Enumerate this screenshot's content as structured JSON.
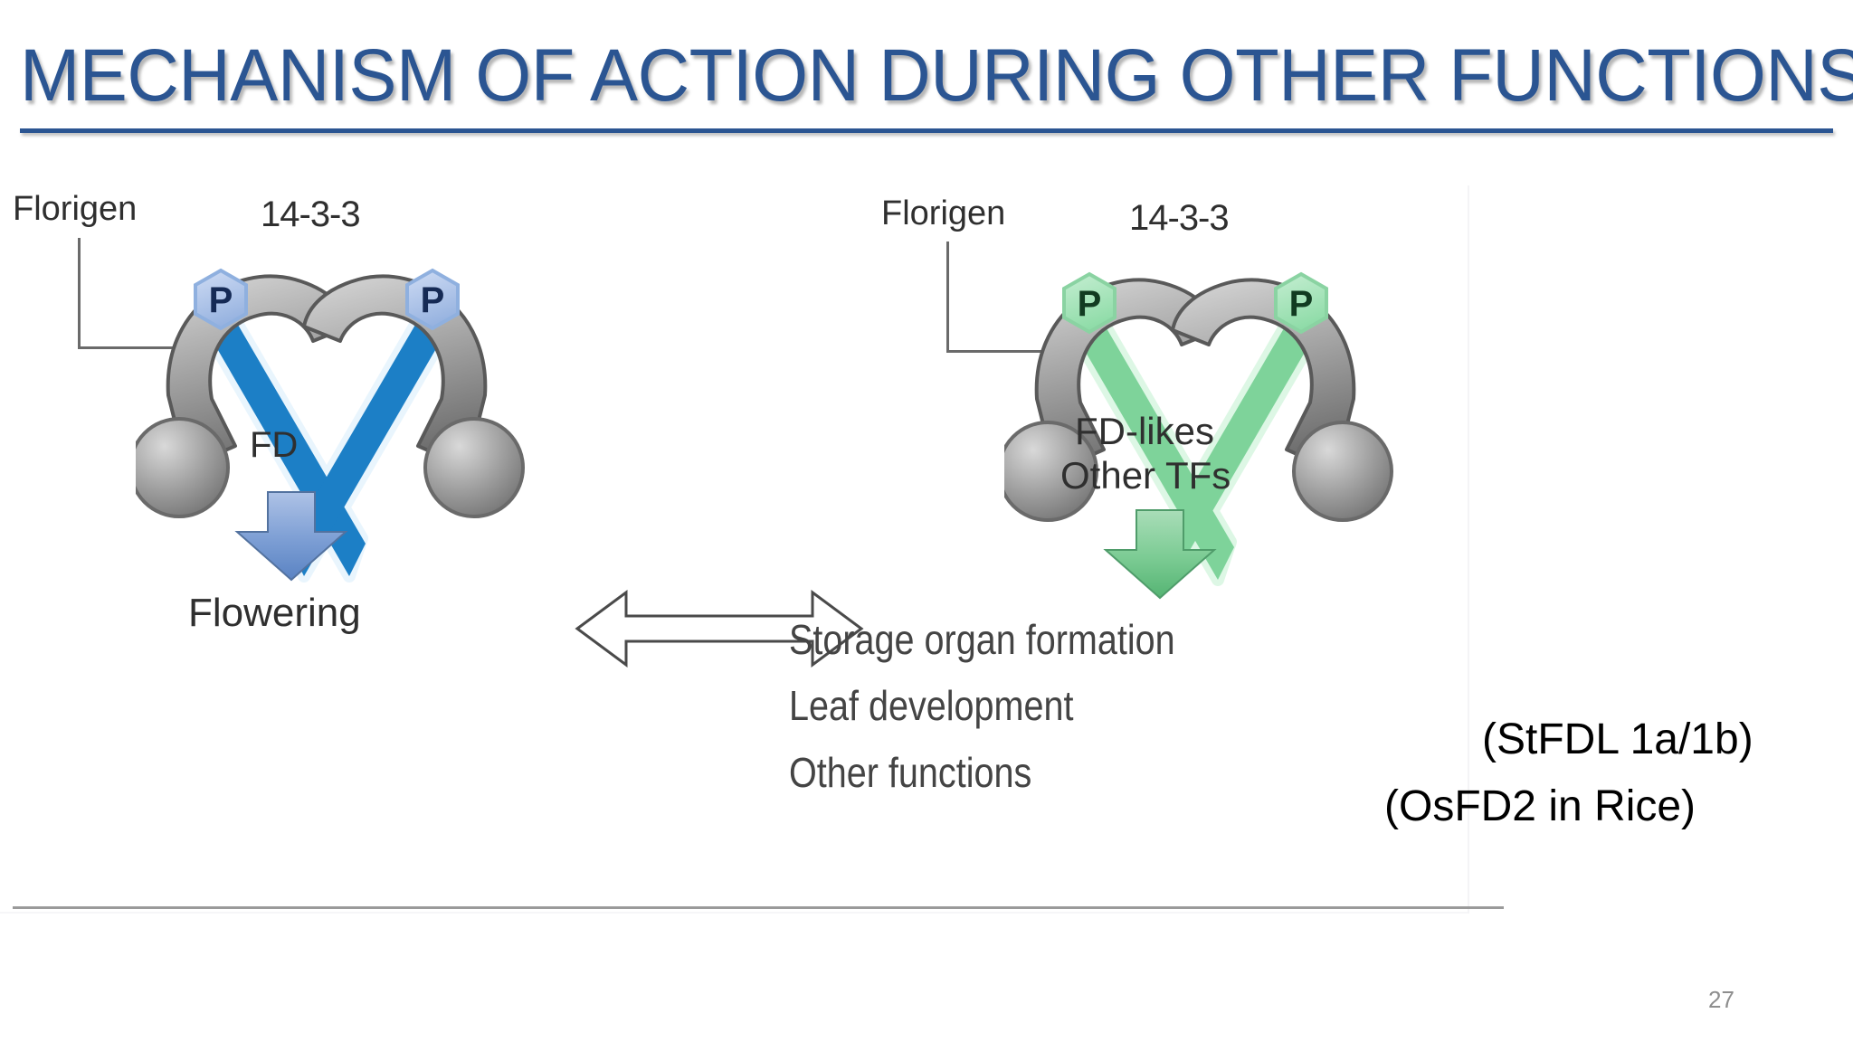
{
  "slide": {
    "title": "MECHANISM OF ACTION DURING OTHER FUNCTIONS",
    "page_number": "27",
    "title_color": "#2B5592",
    "background_color": "#FFFFFF"
  },
  "diagram": {
    "type": "mechanism-diagram",
    "center_connector_label": "",
    "left_panel": {
      "name": "flowering-pathway",
      "accent_color": "#1C7FC6",
      "phospho_badge_color": "#A8C4EC",
      "phospho_badge_label": "P",
      "florigen_label": "Florigen",
      "complex_label": "14-3-3",
      "partner_label": "FD",
      "arrow_color_top": "#A9BEE3",
      "arrow_color_bottom": "#5E86C4",
      "outcomes": [
        "Flowering"
      ]
    },
    "right_panel": {
      "name": "other-functions-pathway",
      "accent_color": "#7ED39A",
      "phospho_badge_color": "#9BE2B3",
      "phospho_badge_label": "P",
      "florigen_label": "Florigen",
      "complex_label": "14-3-3",
      "partner_label_line1": "FD-likes",
      "partner_label_line2": "Other TFs",
      "arrow_color_top": "#A6DDB4",
      "arrow_color_bottom": "#5FBF7E",
      "outcomes": [
        "Storage organ formation",
        "Leaf development",
        "Other functions"
      ]
    }
  },
  "annotations": [
    {
      "name": "stfdl-annotation",
      "text": "(StFDL 1a/1b)"
    },
    {
      "name": "osfd2-annotation",
      "text": "(OsFD2 in Rice)"
    }
  ]
}
